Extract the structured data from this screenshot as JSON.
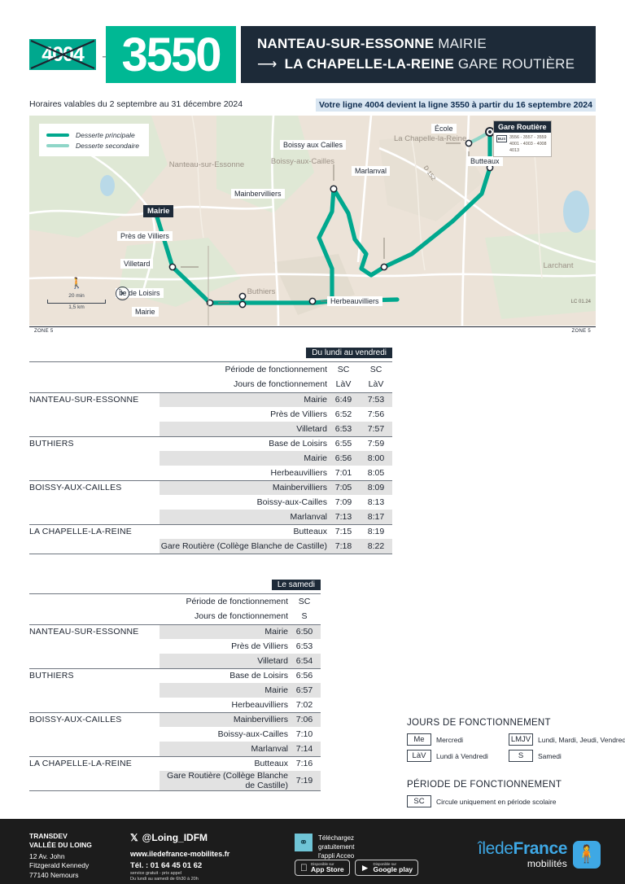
{
  "header": {
    "old_line": "4004",
    "new_line": "3550",
    "arrow": "→",
    "destination_arrow": "⟶",
    "dest_line1_strong": "NANTEAU-SUR-ESSONNE",
    "dest_line1_light": "MAIRIE",
    "dest_line2_strong": "LA CHAPELLE-LA-REINE",
    "dest_line2_light": "GARE ROUTIÈRE",
    "accent_color": "#00b894",
    "dark_color": "#1d2a38"
  },
  "notices": {
    "validity": "Horaires valables du 2 septembre au 31 décembre 2024",
    "line_change": "Votre ligne 4004 devient la ligne 3550 à partir du 16 septembre 2024"
  },
  "map": {
    "legend": [
      {
        "label": "Desserte principale",
        "color": "#00a88e"
      },
      {
        "label": "Desserte secondaire",
        "color": "#8fd6c8"
      }
    ],
    "stops": [
      {
        "label": "Mairie",
        "style": "dark"
      },
      {
        "label": "Près de Villiers",
        "style": "plain"
      },
      {
        "label": "Villetard",
        "style": "plain"
      },
      {
        "label": "Île de Loisirs",
        "style": "plain"
      },
      {
        "label": "Mairie",
        "style": "plain"
      },
      {
        "label": "Herbeauvilliers",
        "style": "plain"
      },
      {
        "label": "Mainbervilliers",
        "style": "plain"
      },
      {
        "label": "Boissy aux Cailles",
        "style": "plain"
      },
      {
        "label": "Marlanval",
        "style": "plain"
      },
      {
        "label": "Butteaux",
        "style": "plain"
      },
      {
        "label": "École",
        "style": "plain"
      }
    ],
    "towns": [
      "Nanteau-sur-Essonne",
      "Boissy-aux-Cailles",
      "Buthiers",
      "La Chapelle-la-Reine",
      "Larchant"
    ],
    "road_labels": [
      "D 152"
    ],
    "gare_box": {
      "title": "Gare Routière",
      "bus_icon": "BUS",
      "lines": [
        "3556 - 3557 - 3559",
        "4001 - 4003 - 4008",
        "4013"
      ]
    },
    "scale": {
      "time": "20 min",
      "distance": "1,5 km"
    },
    "zone_left": "ZONE 5",
    "zone_right": "ZONE 5",
    "credit": "LC 01.24"
  },
  "weekday_table": {
    "period_tag": "Du lundi au vendredi",
    "row_period_label": "Période de fonctionnement",
    "row_days_label": "Jours de fonctionnement",
    "period_values": [
      "SC",
      "SC"
    ],
    "days_values": [
      "LàV",
      "LàV"
    ],
    "groups": [
      {
        "city": "NANTEAU-SUR-ESSONNE",
        "rows": [
          {
            "stop": "Mairie",
            "times": [
              "6:49",
              "7:53"
            ]
          },
          {
            "stop": "Près de Villiers",
            "times": [
              "6:52",
              "7:56"
            ]
          },
          {
            "stop": "Villetard",
            "times": [
              "6:53",
              "7:57"
            ]
          }
        ]
      },
      {
        "city": "BUTHIERS",
        "rows": [
          {
            "stop": "Base de Loisirs",
            "times": [
              "6:55",
              "7:59"
            ]
          },
          {
            "stop": "Mairie",
            "times": [
              "6:56",
              "8:00"
            ]
          },
          {
            "stop": "Herbeauvilliers",
            "times": [
              "7:01",
              "8:05"
            ]
          }
        ]
      },
      {
        "city": "BOISSY-AUX-CAILLES",
        "rows": [
          {
            "stop": "Mainbervilliers",
            "times": [
              "7:05",
              "8:09"
            ]
          },
          {
            "stop": "Boissy-aux-Cailles",
            "times": [
              "7:09",
              "8:13"
            ]
          },
          {
            "stop": "Marlanval",
            "times": [
              "7:13",
              "8:17"
            ]
          }
        ]
      },
      {
        "city": "LA CHAPELLE-LA-REINE",
        "rows": [
          {
            "stop": "Butteaux",
            "times": [
              "7:15",
              "8:19"
            ]
          },
          {
            "stop": "Gare Routière (Collège Blanche de Castille)",
            "times": [
              "7:18",
              "8:22"
            ]
          }
        ]
      }
    ]
  },
  "saturday_table": {
    "period_tag": "Le samedi",
    "row_period_label": "Période de fonctionnement",
    "row_days_label": "Jours de fonctionnement",
    "period_values": [
      "SC"
    ],
    "days_values": [
      "S"
    ],
    "groups": [
      {
        "city": "NANTEAU-SUR-ESSONNE",
        "rows": [
          {
            "stop": "Mairie",
            "times": [
              "6:50"
            ]
          },
          {
            "stop": "Près de Villiers",
            "times": [
              "6:53"
            ]
          },
          {
            "stop": "Villetard",
            "times": [
              "6:54"
            ]
          }
        ]
      },
      {
        "city": "BUTHIERS",
        "rows": [
          {
            "stop": "Base de Loisirs",
            "times": [
              "6:56"
            ]
          },
          {
            "stop": "Mairie",
            "times": [
              "6:57"
            ]
          },
          {
            "stop": "Herbeauvilliers",
            "times": [
              "7:02"
            ]
          }
        ]
      },
      {
        "city": "BOISSY-AUX-CAILLES",
        "rows": [
          {
            "stop": "Mainbervilliers",
            "times": [
              "7:06"
            ]
          },
          {
            "stop": "Boissy-aux-Cailles",
            "times": [
              "7:10"
            ]
          },
          {
            "stop": "Marlanval",
            "times": [
              "7:14"
            ]
          }
        ]
      },
      {
        "city": "LA CHAPELLE-LA-REINE",
        "rows": [
          {
            "stop": "Butteaux",
            "times": [
              "7:16"
            ]
          },
          {
            "stop": "Gare Routière (Collège Blanche de Castille)",
            "times": [
              "7:19"
            ]
          }
        ]
      }
    ]
  },
  "legend_panel": {
    "days_title": "JOURS DE FONCTIONNEMENT",
    "days_items": [
      {
        "code": "Me",
        "text": "Mercredi"
      },
      {
        "code": "LMJV",
        "text": "Lundi, Mardi, Jeudi, Vendredi"
      },
      {
        "code": "LàV",
        "text": "Lundi à Vendredi"
      },
      {
        "code": "S",
        "text": "Samedi"
      }
    ],
    "period_title": "PÉRIODE DE FONCTIONNEMENT",
    "period_items": [
      {
        "code": "SC",
        "text": "Circule uniquement en période scolaire"
      }
    ]
  },
  "footer": {
    "operator_line1": "TRANSDEV",
    "operator_line2": "VALLÉE DU LOING",
    "address_line1": "12 Av. John",
    "address_line2": "Fitzgerald Kennedy",
    "address_line3": "77140 Nemours",
    "social_icon": "𝕏",
    "social_handle": "@Loing_IDFM",
    "website": "www.iledefrance-mobilites.fr",
    "phone": "Tél. : 01 64 45 01 62",
    "phone_note1": "service gratuit - prix appel",
    "phone_note2": "Du lundi au samedi de 6h30 à 20h",
    "acceo_line1": "Téléchargez",
    "acceo_line2": "gratuitement",
    "acceo_line3": "l'appli Acceo",
    "store_apple_small": "Disponible sur",
    "store_apple_big": "App Store",
    "store_google_small": "Disponible sur",
    "store_google_big": "Google play",
    "brand_line1_light": "îlede",
    "brand_line1_bold": "France",
    "brand_line2": "mobilités"
  }
}
